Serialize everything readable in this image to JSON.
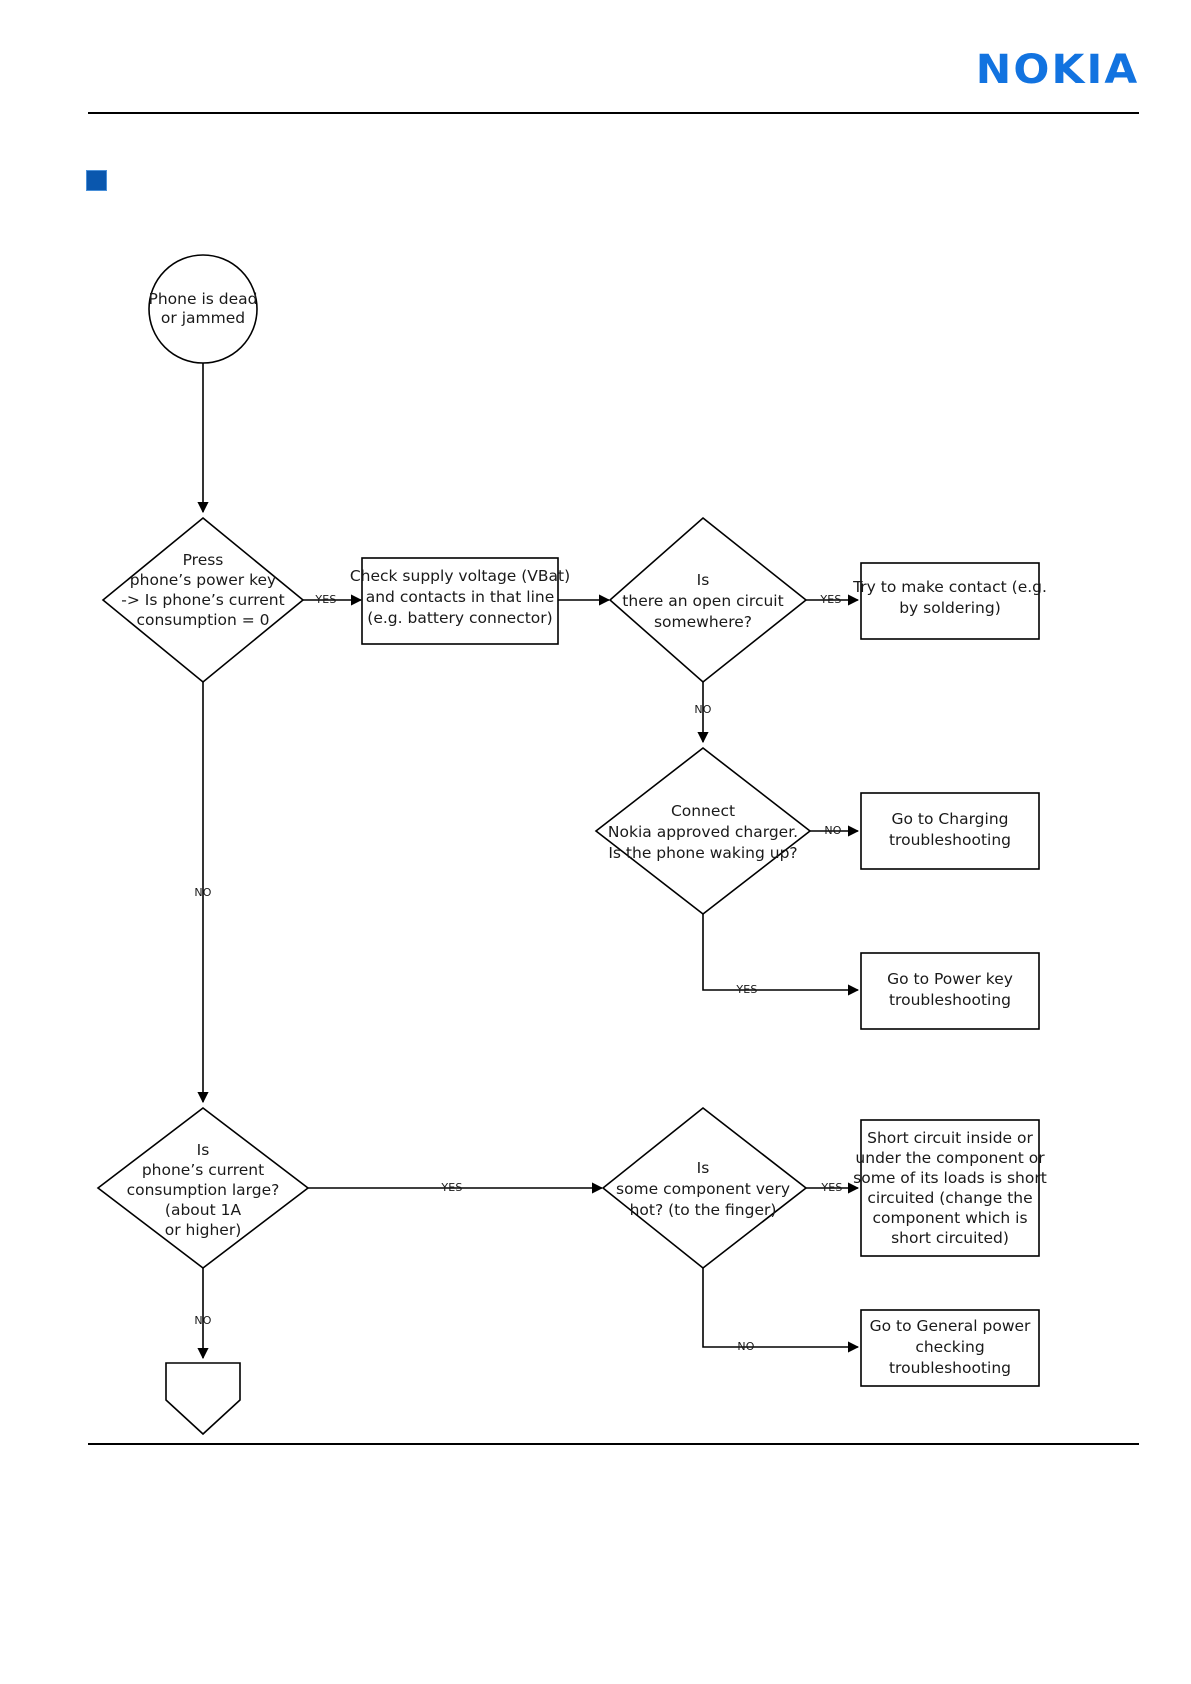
{
  "header": {
    "brand": "NOKIA",
    "brand_color": "#1273e0",
    "marker_color": "#0a57ae"
  },
  "diagram": {
    "type": "flowchart",
    "title": "Phone is dead or jammed troubleshooting",
    "nodes": {
      "start": {
        "shape": "circle",
        "lines": [
          "Phone is dead",
          "or jammed"
        ]
      },
      "d1": {
        "shape": "diamond",
        "lines": [
          "Press",
          "phone’s power key",
          "-> Is phone’s current",
          "consumption = 0"
        ]
      },
      "p1": {
        "shape": "process",
        "lines": [
          "Check supply voltage (VBat)",
          "and contacts in that line",
          "(e.g. battery connector)"
        ]
      },
      "d2": {
        "shape": "diamond",
        "lines": [
          "Is",
          "there an open circuit",
          "somewhere?"
        ]
      },
      "t1": {
        "shape": "process",
        "lines": [
          "Try to make contact (e.g.",
          "by soldering)"
        ]
      },
      "d3": {
        "shape": "diamond",
        "lines": [
          "Connect",
          "Nokia approved charger.",
          "Is the phone waking up?"
        ]
      },
      "t2": {
        "shape": "process",
        "lines": [
          "Go to Charging",
          "troubleshooting"
        ]
      },
      "t3": {
        "shape": "process",
        "lines": [
          "Go to Power key",
          "troubleshooting"
        ]
      },
      "d4": {
        "shape": "diamond",
        "lines": [
          "Is",
          "phone’s current",
          "consumption large?",
          "(about 1A",
          "or higher)"
        ]
      },
      "d5": {
        "shape": "diamond",
        "lines": [
          "Is",
          "some component very",
          "hot? (to the finger)"
        ]
      },
      "t4": {
        "shape": "process",
        "lines": [
          "Short circuit inside or",
          "under the component or",
          "some of its loads is short",
          "circuited (change the",
          "component which is",
          "short circuited)"
        ]
      },
      "t5": {
        "shape": "process",
        "lines": [
          "Go to General power",
          "checking",
          "troubleshooting"
        ]
      },
      "offpage": {
        "shape": "off-page-connector",
        "lines": []
      }
    },
    "edge_labels": {
      "d1_yes": "YES",
      "d1_no": "NO",
      "d2_yes": "YES",
      "d2_no": "NO",
      "d3_no": "NO",
      "d3_yes": "YES",
      "d4_yes": "YES",
      "d4_no": "NO",
      "d5_yes": "YES",
      "d5_no": "NO"
    }
  }
}
